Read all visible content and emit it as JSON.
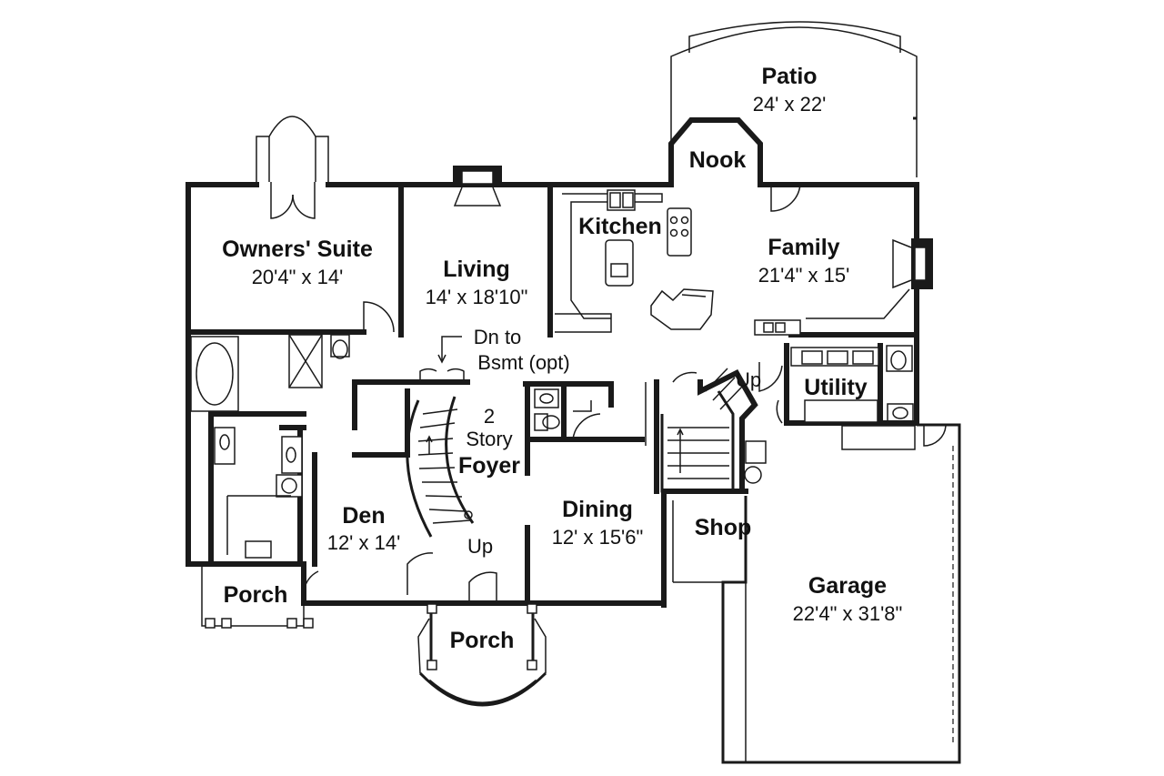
{
  "rooms": {
    "patio": {
      "name": "Patio",
      "size": "24' x 22'"
    },
    "nook": {
      "name": "Nook"
    },
    "kitchen": {
      "name": "Kitchen"
    },
    "family": {
      "name": "Family",
      "size": "21'4\" x 15'"
    },
    "owners_suite": {
      "name": "Owners' Suite",
      "size": "20'4\" x 14'"
    },
    "living": {
      "name": "Living",
      "size": "14' x 18'10\""
    },
    "stair_down": {
      "line1": "Dn to",
      "line2": "Bsmt (opt)"
    },
    "utility": {
      "name": "Utility"
    },
    "foyer": {
      "line1": "2",
      "line2": "Story",
      "name": "Foyer"
    },
    "den": {
      "name": "Den",
      "size": "12' x 14'"
    },
    "dining": {
      "name": "Dining",
      "size": "12' x 15'6\""
    },
    "shop": {
      "name": "Shop"
    },
    "garage": {
      "name": "Garage",
      "size": "22'4\" x 31'8\""
    },
    "side_porch": {
      "name": "Porch"
    },
    "front_porch": {
      "name": "Porch"
    },
    "stair_up_foyer": {
      "label": "Up"
    },
    "stair_up_utility": {
      "label": "Up"
    }
  }
}
